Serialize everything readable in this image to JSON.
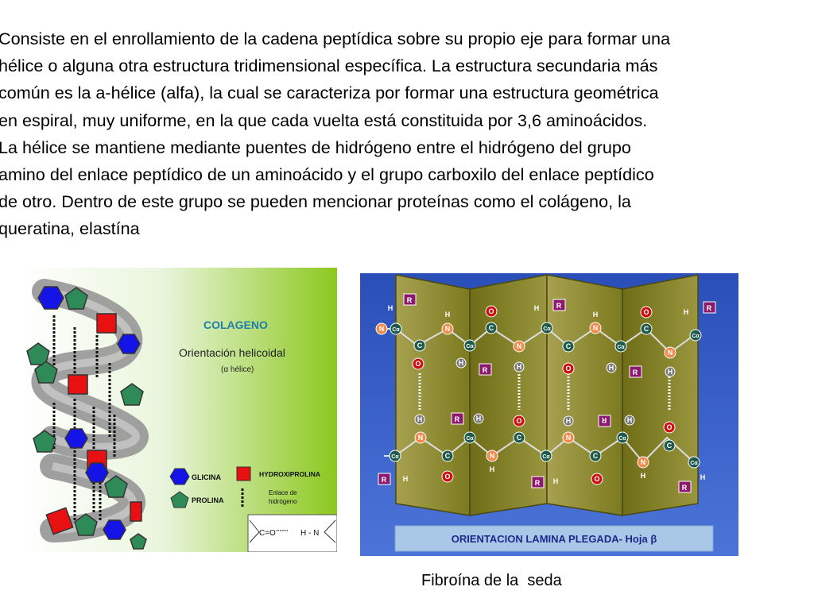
{
  "paragraph": {
    "lines": [
      "Consiste en el enrollamiento de la cadena peptídica sobre su propio eje para formar una",
      "hélice o alguna otra estructura tridimensional específica. La estructura secundaria más",
      "común es la a-hélice (alfa), la cual se caracteriza por formar una estructura geométrica",
      "en espiral, muy uniforme, en la que cada vuelta está constituida por 3,6 aminoácidos.",
      "La hélice se mantiene mediante puentes de hidrógeno entre el hidrógeno del grupo",
      "amino del enlace peptídico de un aminoácido y el grupo carboxilo del enlace peptídico",
      "de otro. Dentro de este grupo se pueden mencionar proteínas como el colágeno, la",
      "queratina, elastína"
    ]
  },
  "collagen_figure": {
    "title": "COLAGENO",
    "subtitle": "Orientación helicoidal",
    "subtitle2": "(α hélice)",
    "legend": {
      "glicina": "GLICINA",
      "prolina": "PROLINA",
      "hidroxiprolina": "HYDROXIPROLINA",
      "enlace_line1": "Enlace de",
      "enlace_line2": "hidrógeno",
      "bond_left": "C=O",
      "bond_right": "H - N"
    },
    "colors": {
      "glicina": "#1414e6",
      "prolina": "#2e8b57",
      "hidroxiprolina": "#e81010",
      "title": "#1e7fa8"
    }
  },
  "sheet_figure": {
    "caption_bar": "ORIENTACION LAMINA PLEGADA- Hoja β",
    "atoms": {
      "N": "N",
      "C": "C",
      "O": "O",
      "H": "H",
      "R": "R",
      "Ca": "Cα"
    },
    "colors": {
      "background": "#3d5fc4",
      "panel": "#8d8a2e",
      "bar": "#a9c8e8"
    }
  },
  "caption": "Fibroína de la  seda"
}
